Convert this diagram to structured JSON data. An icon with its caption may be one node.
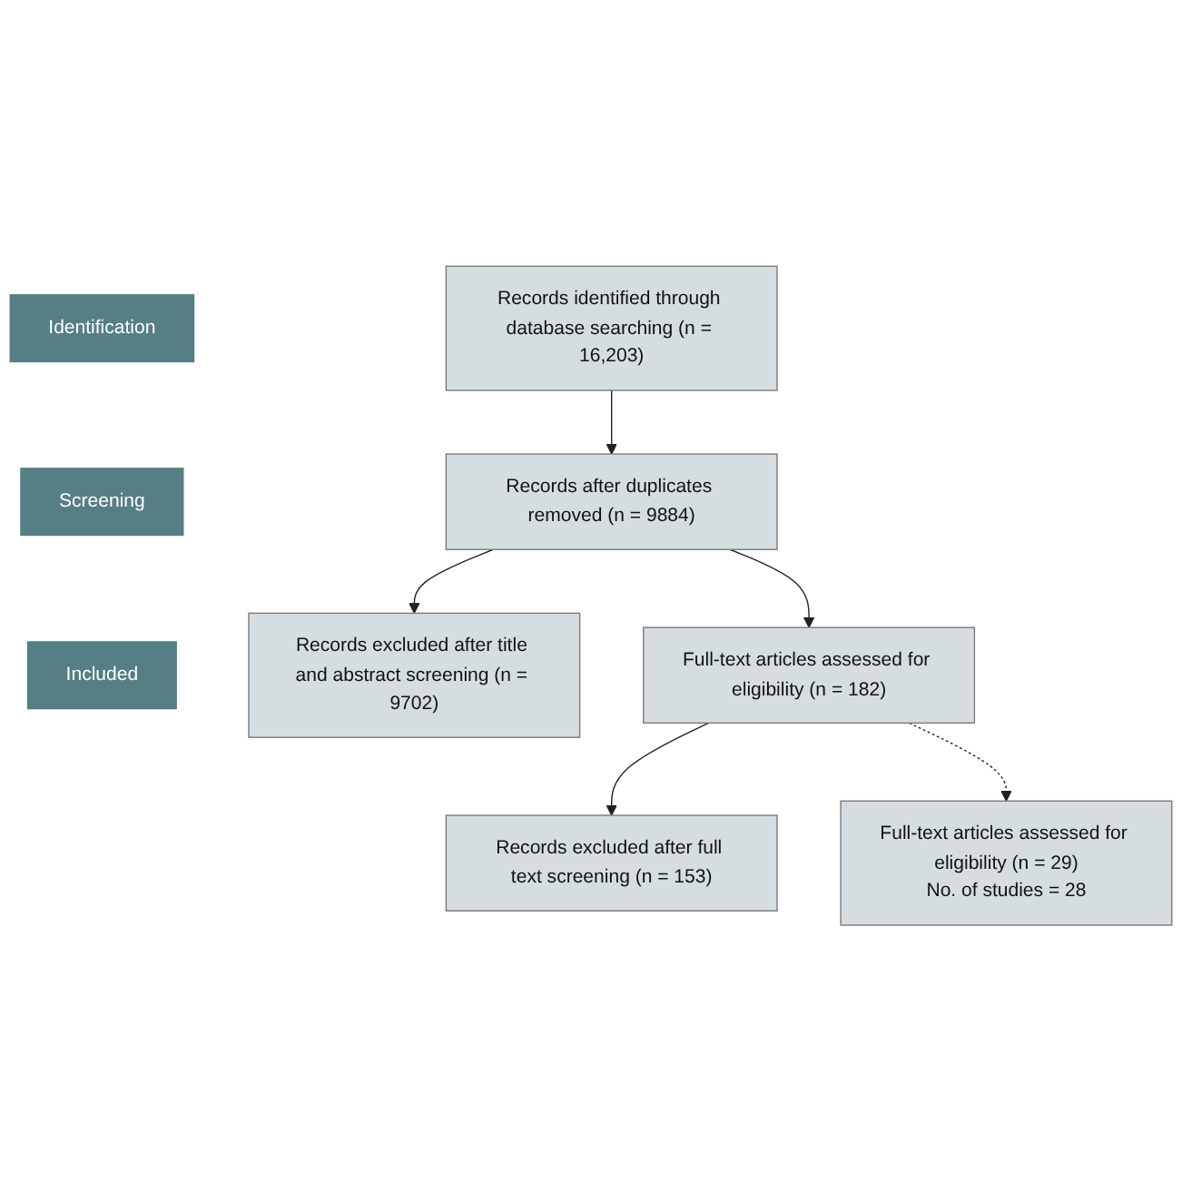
{
  "diagram": {
    "nodes": [
      {
        "text": [
          "Identification"
        ]
      },
      {
        "text": [
          "Screening"
        ]
      },
      {
        "text": [
          "Included"
        ]
      },
      {
        "text": [
          "Records identified through database searching (n = 16,203)"
        ]
      },
      {
        "text": [
          "Records after duplicates removed (n = 9884)"
        ]
      },
      {
        "text": [
          "Records excluded after title and abstract screening (n = 9702)"
        ]
      },
      {
        "text": [
          "Full-text articles assessed for eligibility (n = 182)"
        ]
      },
      {
        "text": [
          "Records excluded after full text screening (n = 153)"
        ]
      },
      {
        "text": [
          "Full-text articles assessed for eligibility (n = 29)",
          "No. of studies = 28"
        ]
      }
    ],
    "edges": [
      {
        "from": 3,
        "to": 4,
        "arrow": "to"
      },
      {
        "from": 4,
        "to": 5,
        "arrow": "to"
      },
      {
        "from": 4,
        "to": 6,
        "arrow": "to"
      },
      {
        "from": 6,
        "to": 7,
        "arrow": "to"
      },
      {
        "from": 6,
        "to": 8,
        "arrow": "to",
        "style": "dashed"
      }
    ]
  }
}
